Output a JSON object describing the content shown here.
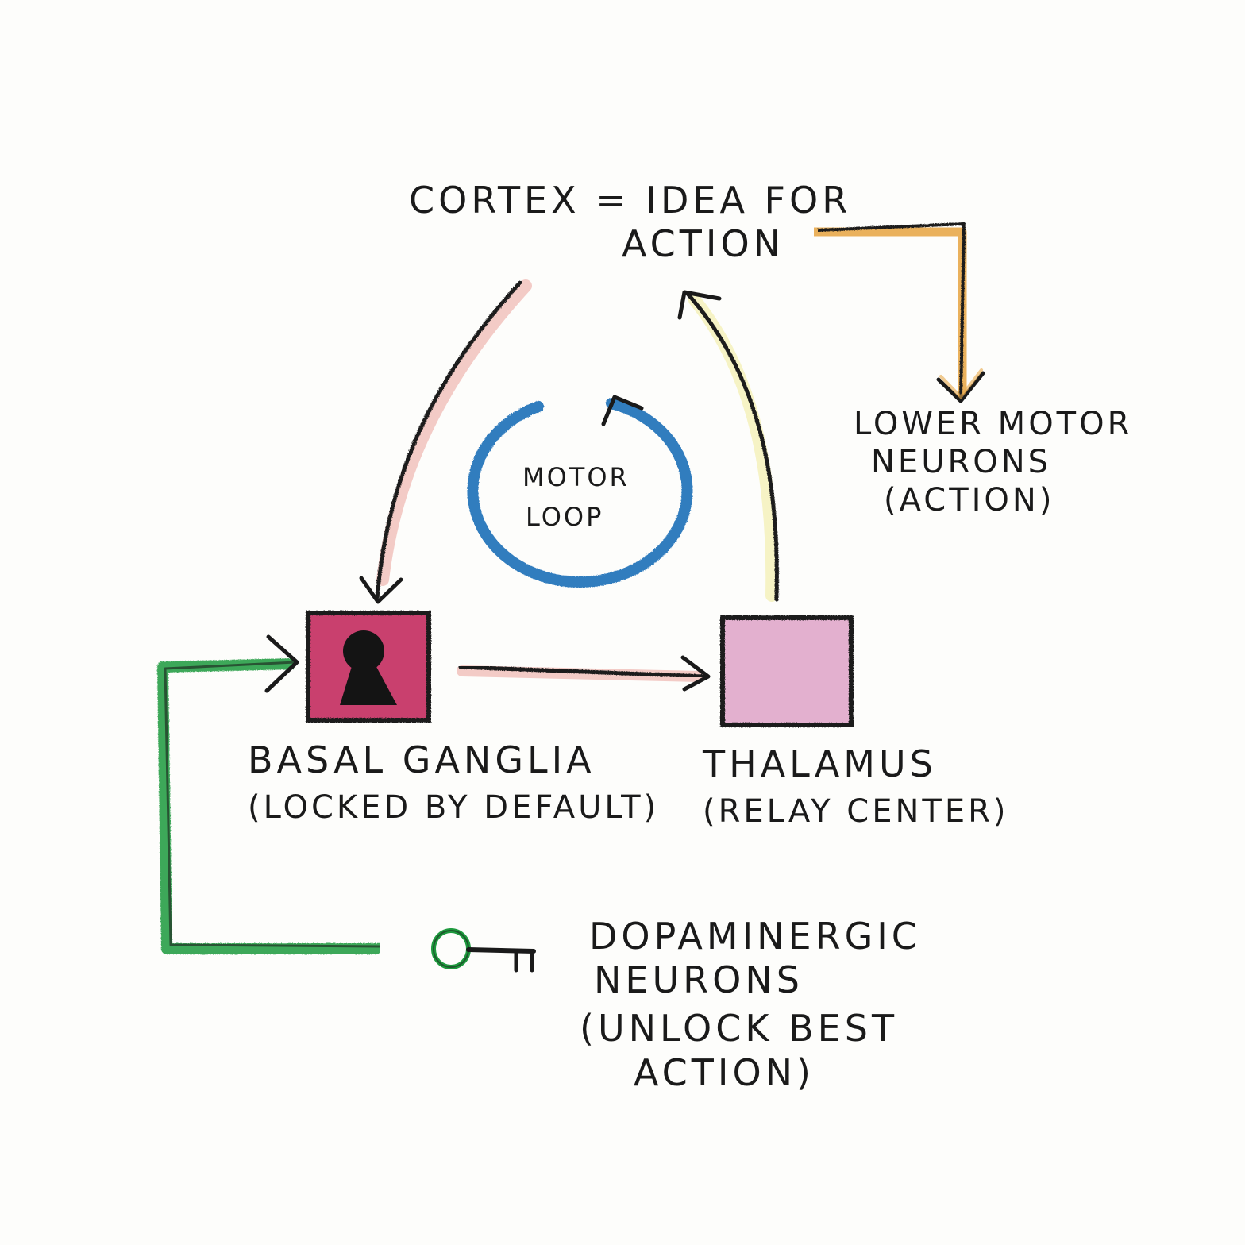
{
  "cortex": {
    "line1": "CORTEX = IDEA FOR",
    "line2": "ACTION"
  },
  "lower_motor": {
    "line1": "LOWER MOTOR",
    "line2": "NEURONS",
    "line3": "(ACTION)"
  },
  "motor_loop": {
    "line1": "MOTOR",
    "line2": "LOOP"
  },
  "basal_ganglia": {
    "line1": "BASAL GANGLIA",
    "line2": "(LOCKED BY DEFAULT)"
  },
  "thalamus": {
    "line1": "THALAMUS",
    "line2": "(RELAY CENTER)"
  },
  "dopaminergic": {
    "line1": "DOPAMINERGIC",
    "line2": "NEURONS",
    "line3": "(UNLOCK BEST",
    "line4": "ACTION)"
  },
  "colors": {
    "ink": "#1a1a1a",
    "orange": "#e8a94a",
    "blue": "#1f6fb8",
    "green": "#1e9a3e",
    "basal_fill": "#c9406e",
    "thalamus_fill": "#e3b0cf",
    "pink_shadow": "#efb9b4",
    "yellow_shadow": "#f4f0b8"
  },
  "icons": {
    "keyhole": "keyhole-icon",
    "key": "key-icon",
    "loop": "circular-arrow-icon"
  }
}
